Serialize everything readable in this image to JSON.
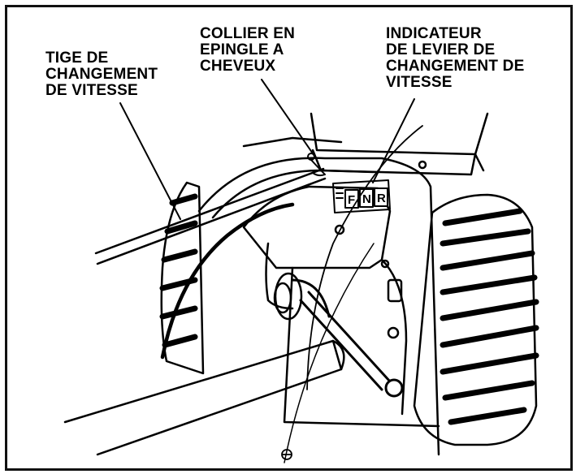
{
  "labels": {
    "tige": [
      "TIGE DE",
      "CHANGEMENT",
      "DE VITESSE"
    ],
    "collier": [
      "COLLIER EN",
      "EPINGLE A",
      "CHEVEUX"
    ],
    "indicateur": [
      "INDICATEUR",
      "DE LEVIER DE",
      "CHANGEMENT DE",
      "VITESSE"
    ]
  },
  "gear_indicator": [
    "F",
    "N",
    "R"
  ],
  "colors": {
    "ink": "#000000",
    "paper": "#ffffff"
  }
}
